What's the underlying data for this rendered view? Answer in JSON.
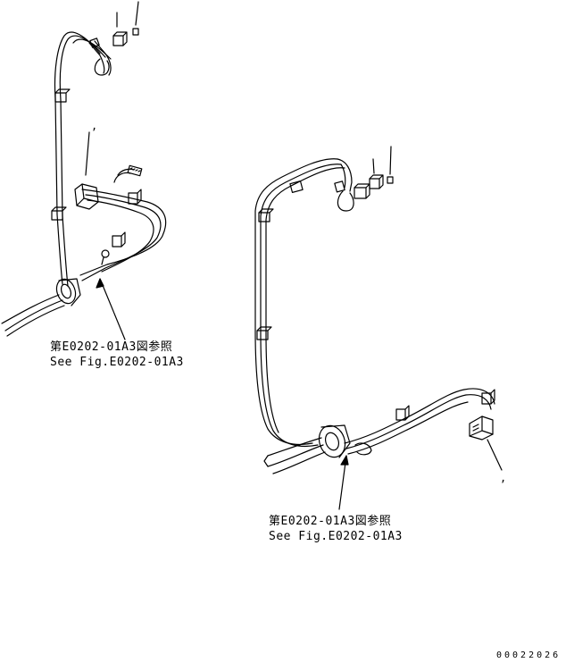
{
  "callouts": [
    {
      "ref_jp": "第E0202-01A3図参照",
      "ref_en": "See Fig.E0202-01A3"
    },
    {
      "ref_jp": "第E0202-01A3図参照",
      "ref_en": "See Fig.E0202-01A3"
    }
  ],
  "leader_marks": [
    ",",
    ",",
    ","
  ],
  "drawing_code": "00022026",
  "colors": {
    "line": "#000000",
    "background": "#ffffff"
  }
}
